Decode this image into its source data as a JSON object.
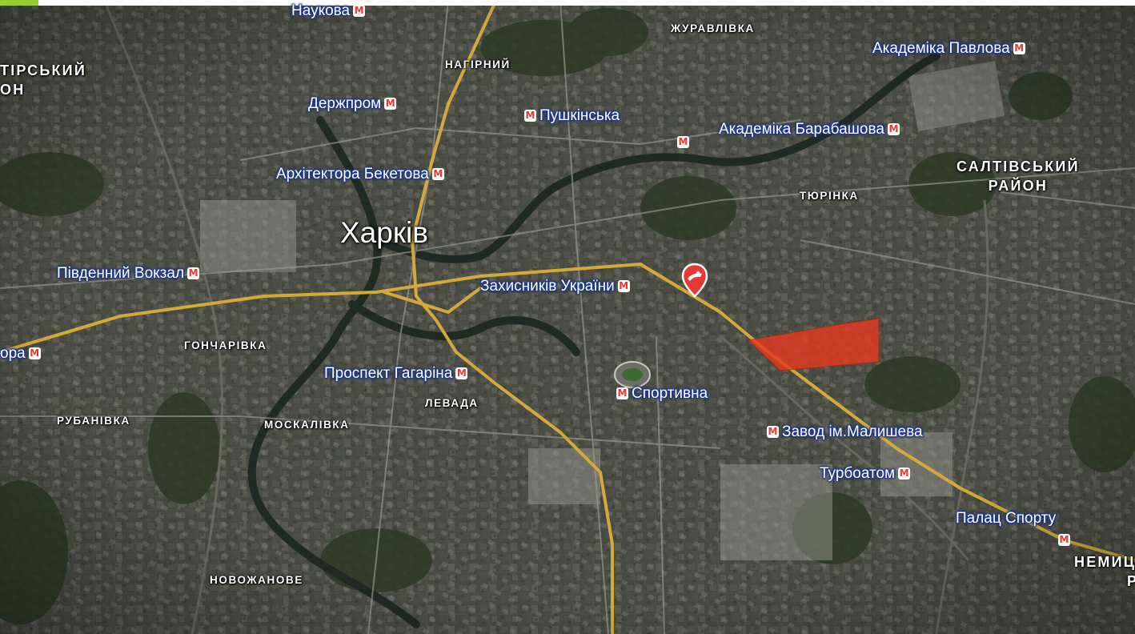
{
  "map": {
    "city_label": "Харків",
    "view": "satellite",
    "highlight_color": "#e53a22",
    "metro_line_color": "#d4a93a",
    "metro_icon_glyph": "М",
    "pin_icon": "sushi-restaurant-pin-icon",
    "districts": {
      "zhuravlivka": "ЖУРАВЛІВКА",
      "nahirnyi": "НАГІРНИЙ",
      "tiurynka": "ТЮРІНКА",
      "saltivskyi_1": "САЛТІВСЬКИЙ",
      "saltivskyi_2": "РАЙОН",
      "shevchenkivskyi_1": "ТІРСЬКИЙ",
      "shevchenkivskyi_2": "ОН",
      "honcharivka": "ГОНЧАРІВКА",
      "rubanivka": "РУБАНІВКА",
      "moskalivka": "МОСКАЛІВКА",
      "levada": "ЛЕВАДА",
      "novozhanove": "НОВОЖАНОВЕ",
      "nemyshlianskyi_1": "НЕМИЦ",
      "nemyshlianskyi_2": "Р"
    },
    "stations": {
      "naukova": "Наукова",
      "derzhprom": "Держпром",
      "pushkinska": "Пушкінська",
      "akademika_pavlova": "Академіка Павлова",
      "akademika_barabashova": "Академіка Барабашова",
      "arkhitektora_beketova": "Архітектора Бекетова",
      "pivdennyi_vokzal": "Південний Вокзал",
      "zakhysnykiv_ukrainy": "Захисників України",
      "prospekt_haharina": "Проспект Гагаріна",
      "sportyvna": "Спортивна",
      "zavod_malysheva": "Завод ім.Малишева",
      "turboatom": "Турбоатом",
      "palats_sportu": "Палац Спорту",
      "partial_left": "ора"
    }
  }
}
